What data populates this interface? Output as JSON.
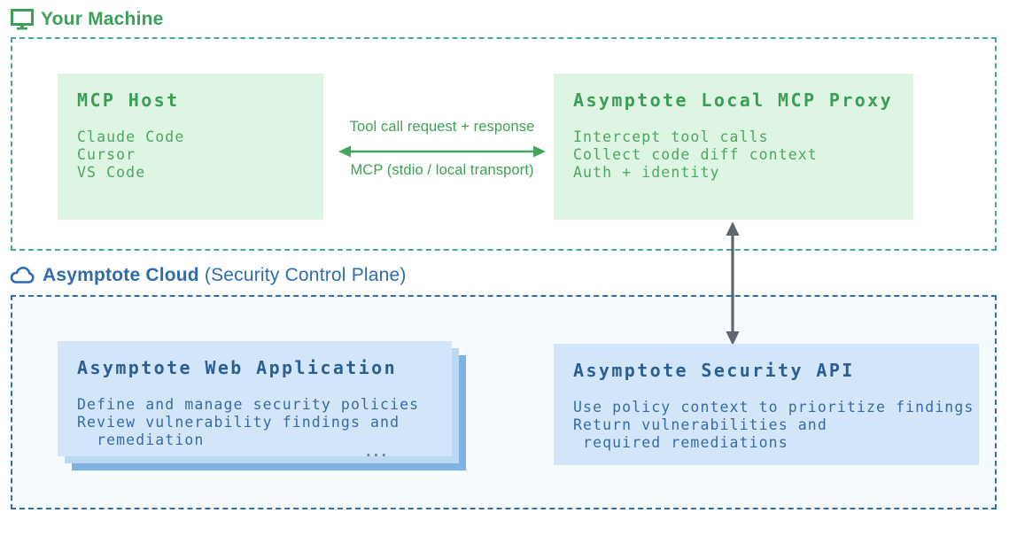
{
  "machine_section": {
    "header": {
      "icon": "monitor-icon",
      "label": "Your Machine"
    },
    "mcp_host": {
      "title": "MCP Host",
      "lines": [
        "Claude Code",
        "Cursor",
        "VS Code"
      ]
    },
    "proxy": {
      "title": "Asymptote Local MCP Proxy",
      "lines": [
        "Intercept tool calls",
        "Collect code diff context",
        "Auth + identity"
      ]
    },
    "link": {
      "label_top": "Tool call request + response",
      "label_bottom": "MCP (stdio / local transport)"
    }
  },
  "cloud_section": {
    "header": {
      "icon": "cloud-icon",
      "label_bold": "Asymptote Cloud",
      "label_regular": " (Security Control Plane)"
    },
    "web_app": {
      "title": "Asymptote Web Application",
      "lines": [
        "Define and manage security policies",
        "Review vulnerability findings and",
        "  remediation"
      ],
      "more_indicator": "..."
    },
    "security_api": {
      "title": "Asymptote Security API",
      "lines": [
        "Use policy context to prioritize findings",
        "Return vulnerabilities and",
        " required remediations"
      ]
    }
  },
  "colors": {
    "green_accent": "#3da05a",
    "teal_dash": "#45a89c",
    "green_card_fill": "#def5e4",
    "blue_accent": "#2d6cae",
    "blue_dash": "#2f6cb0",
    "blue_card_fill": "#d3e6f9",
    "stack_mid_fill": "#bcd9f4",
    "stack_back_fill": "#7fb2e2",
    "cloud_zone_fill": "#f4fafd",
    "vertical_arrow_gray": "#5d676c"
  }
}
